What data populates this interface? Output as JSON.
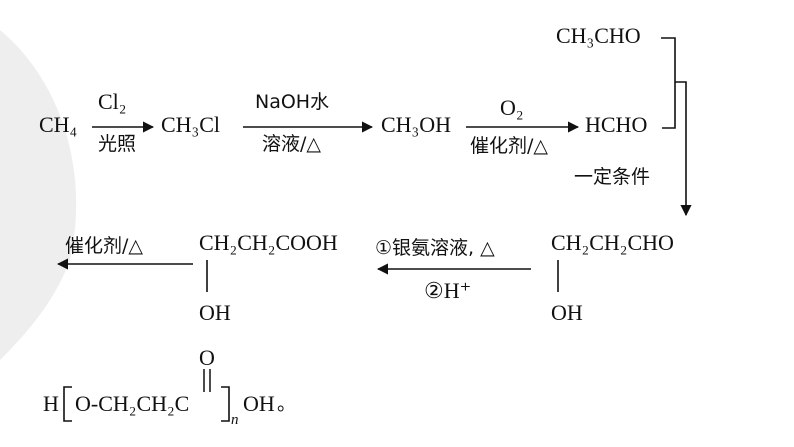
{
  "nodes": {
    "ch4": "CH₄",
    "ch3cl": "CH₃Cl",
    "ch3oh": "CH₃OH",
    "hcho": "HCHO",
    "ch3cho": "CH₃CHO",
    "aldehyde_chain": "CH₂CH₂CHO",
    "aldehyde_oh": "OH",
    "acid_chain": "CH₂CH₂COOH",
    "acid_oh": "OH",
    "polymer_h": "H",
    "polymer_chain": "O-CH₂CH₂C",
    "polymer_n": "n",
    "polymer_oh": "OH",
    "polymer_carbonyl_o": "O",
    "polymer_end": "。"
  },
  "conditions": {
    "step1_top": "Cl₂",
    "step1_bottom": "光照",
    "step2_top": "NaOH水",
    "step2_bottom": "溶液/△",
    "step3_top": "O₂",
    "step3_bottom": "催化剂/△",
    "step4_side": "一定条件",
    "step5_top": "①银氨溶液, △",
    "step5_bottom": "②H⁺",
    "step6_top": "催化剂/△"
  }
}
